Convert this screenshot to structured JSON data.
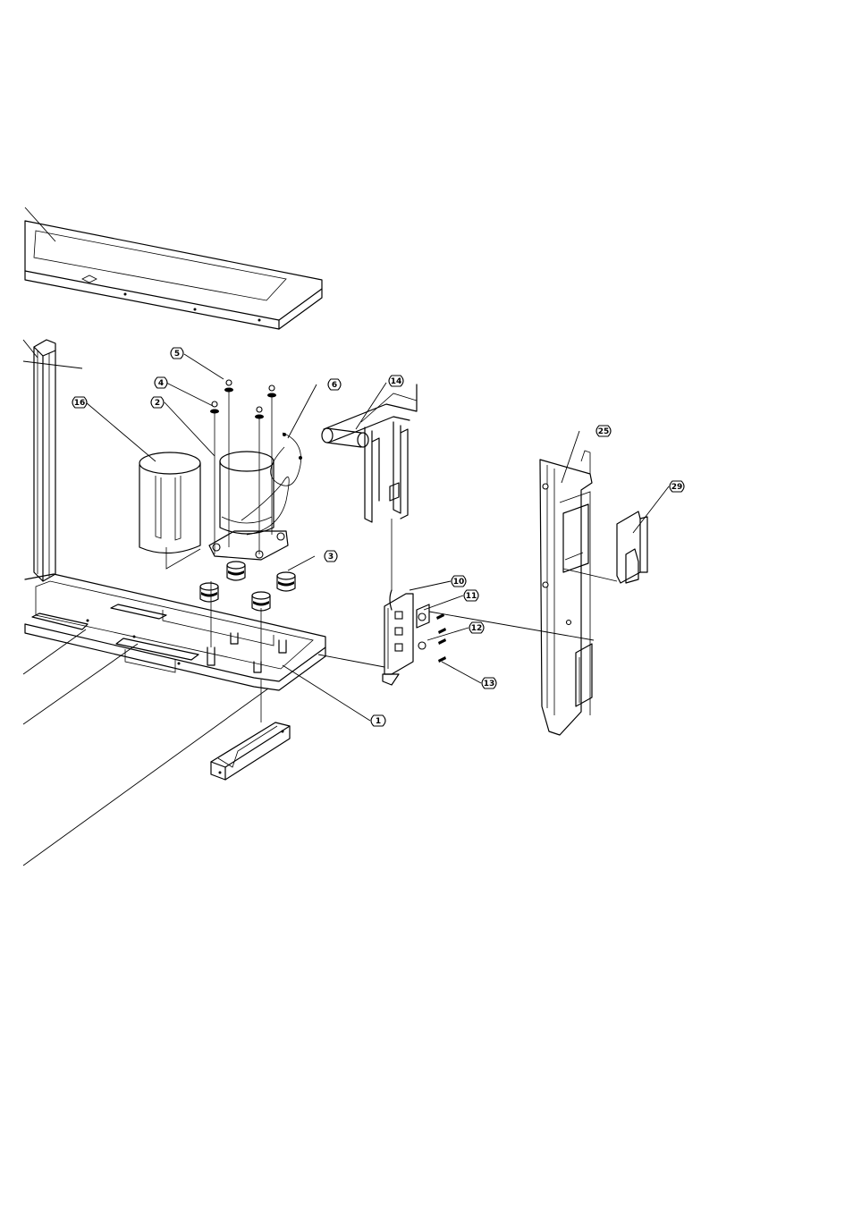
{
  "diagram": {
    "type": "exploded-parts-view",
    "callouts": [
      {
        "id": "c5",
        "label": "5"
      },
      {
        "id": "c4",
        "label": "4"
      },
      {
        "id": "c2",
        "label": "2"
      },
      {
        "id": "c16",
        "label": "16"
      },
      {
        "id": "c6",
        "label": "6"
      },
      {
        "id": "c14",
        "label": "14"
      },
      {
        "id": "c25",
        "label": "25"
      },
      {
        "id": "c29",
        "label": "29"
      },
      {
        "id": "c3",
        "label": "3"
      },
      {
        "id": "c10",
        "label": "10"
      },
      {
        "id": "c11",
        "label": "11"
      },
      {
        "id": "c12",
        "label": "12"
      },
      {
        "id": "c13",
        "label": "13"
      },
      {
        "id": "c1",
        "label": "1"
      }
    ]
  }
}
